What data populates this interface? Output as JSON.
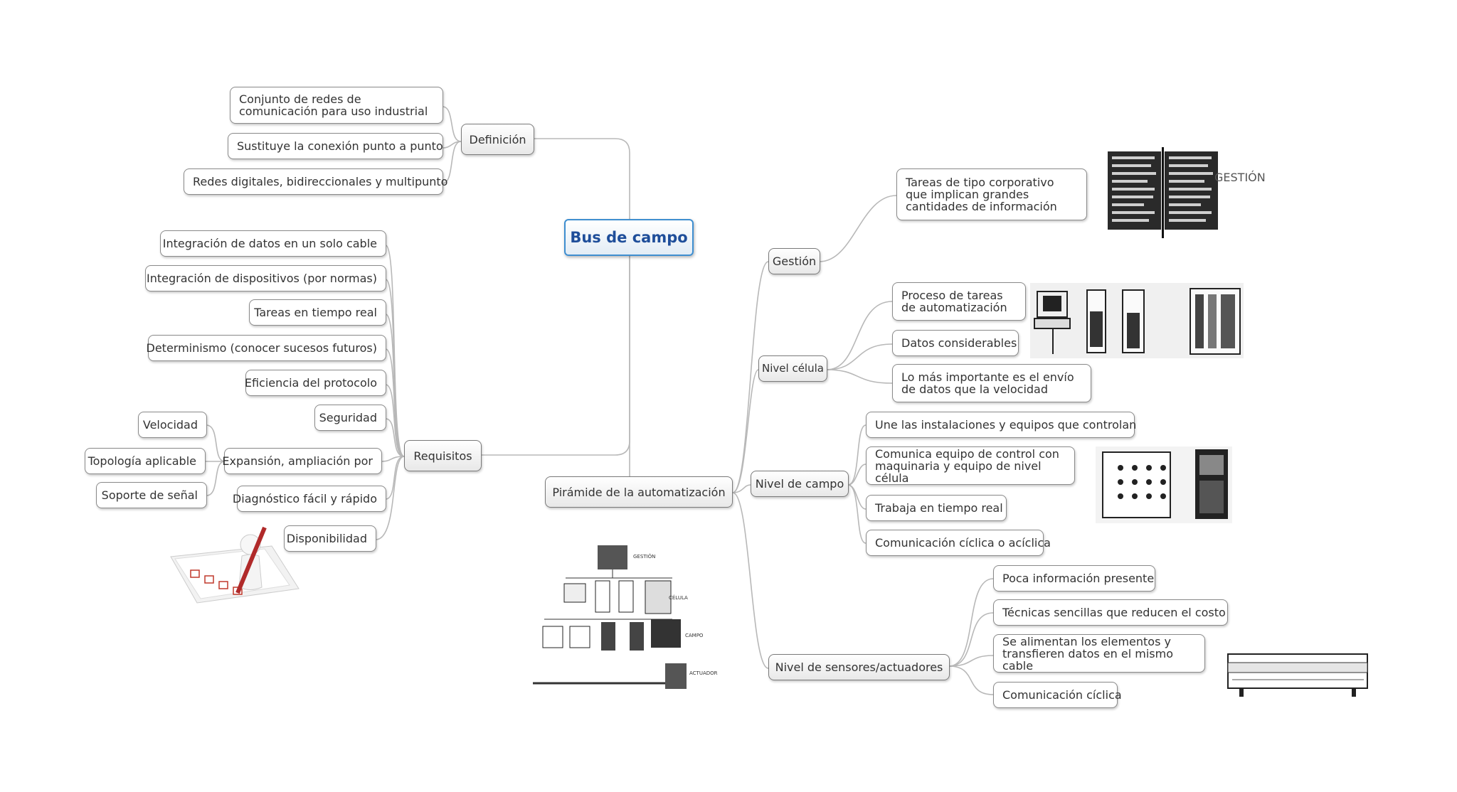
{
  "central": "Bus de campo",
  "definicion": {
    "label": "Definición",
    "items": [
      "Conjunto de redes de comunicación para uso industrial",
      "Sustituye la conexión punto a punto",
      "Redes digitales, bidireccionales y multipunto"
    ]
  },
  "requisitos": {
    "label": "Requisitos",
    "items": [
      "Integración de datos en un solo cable",
      "Integración de dispositivos (por normas)",
      "Tareas en tiempo real",
      "Determinismo (conocer sucesos futuros)",
      "Eficiencia del protocolo",
      "Seguridad",
      "Expansión, ampliación por",
      "Diagnóstico fácil y rápido",
      "Disponibilidad"
    ],
    "expansion_items": [
      "Velocidad",
      "Topología aplicable",
      "Soporte de señal"
    ]
  },
  "piramide": {
    "label": "Pirámide de la automatización",
    "figure_labels": [
      "GESTIÓN",
      "CÉLULA",
      "CAMPO",
      "ACTUADOR / SENSOR"
    ],
    "gestion": {
      "label": "Gestión",
      "items": [
        "Tareas de tipo corporativo que implican grandes cantidades de información"
      ],
      "image_label": "GESTIÓN"
    },
    "celula": {
      "label": "Nivel célula",
      "items": [
        "Proceso de tareas de automatización",
        "Datos considerables",
        "Lo más importante es el envío de datos que la velocidad"
      ]
    },
    "campo": {
      "label": "Nivel de campo",
      "items": [
        "Une las instalaciones y equipos que controlan",
        "Comunica equipo de control con maquinaria y equipo de nivel célula",
        "Trabaja en tiempo real",
        "Comunicación cíclica o acíclica"
      ]
    },
    "sensores": {
      "label": "Nivel de sensores/actuadores",
      "items": [
        "Poca información presente",
        "Técnicas sencillas que  reducen el costo",
        "Se alimentan los elementos y transfieren datos en el mismo cable",
        "Comunicación cíclica"
      ]
    }
  },
  "colors": {
    "central_border": "#3e8ed0",
    "central_text": "#1f4e9a",
    "connector": "#b8b8b8",
    "node_border": "#8a8a8a"
  }
}
